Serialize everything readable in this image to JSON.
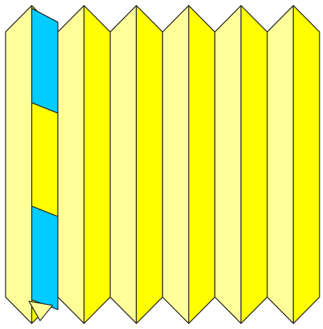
{
  "diagram": {
    "kind": "accordion-fold-strip",
    "panel_count": 12,
    "panel_colors": [
      "light-yellow",
      "yellow"
    ],
    "cutout_color": "cyan",
    "cutout_pieces": 3
  },
  "colors": {
    "light_panel": "#FFFF99",
    "dark_panel": "#FFFF00",
    "cutout": "#00CCFF",
    "stroke": "#222222",
    "background": "#FFFFFF"
  }
}
